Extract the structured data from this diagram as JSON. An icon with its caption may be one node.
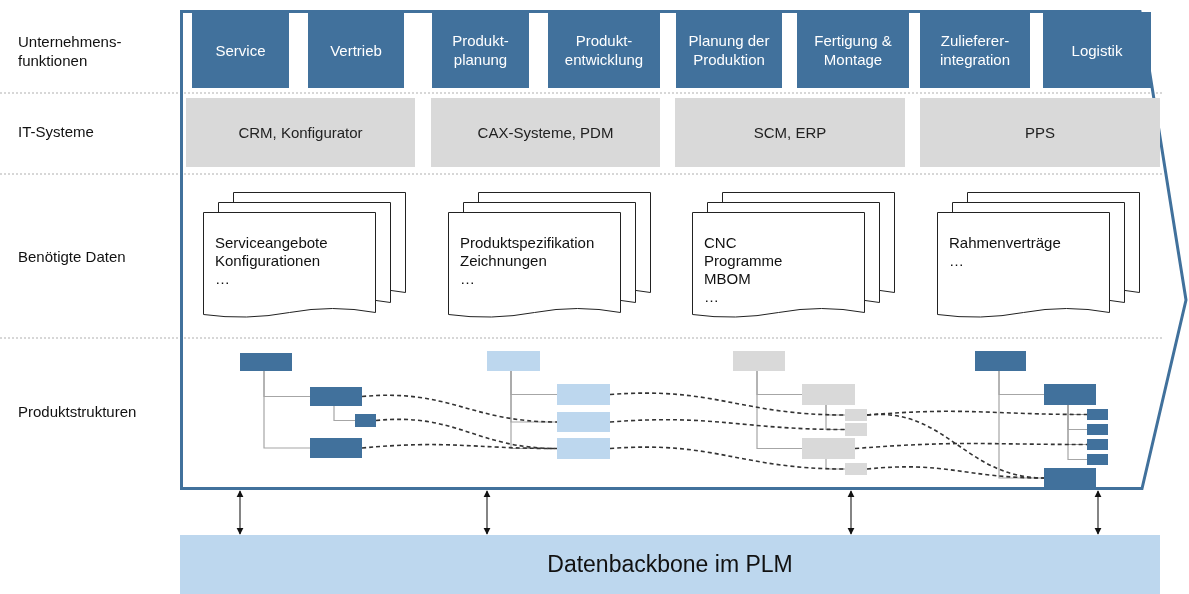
{
  "diagram": {
    "nodes": [
      {
        "text": [],
        "shape": "box"
      },
      {
        "text": [
          "Service"
        ],
        "in": 0
      },
      {
        "text": [
          "Vertrieb"
        ],
        "in": 0
      },
      {
        "text": [
          "Produkt- planung"
        ],
        "in": 0
      },
      {
        "text": [
          "Produkt- entwicklung"
        ],
        "in": 0
      },
      {
        "text": [
          "Planung der Produktion"
        ],
        "in": 0
      },
      {
        "text": [
          "Fertigung & Montage"
        ],
        "in": 0
      },
      {
        "text": [
          "Zulieferer- integration"
        ],
        "in": 0
      },
      {
        "text": [
          "Logistik"
        ],
        "in": 0
      },
      {
        "text": [
          "CRM, Konfigurator"
        ],
        "in": 0
      },
      {
        "text": [
          "CAX-Systeme, PDM"
        ],
        "in": 0
      },
      {
        "text": [
          "SCM, ERP"
        ],
        "in": 0
      },
      {
        "text": [
          "PPS"
        ],
        "in": 0
      },
      {
        "text": [
          "Serviceangebote",
          "Konfigurationen",
          "…"
        ],
        "in": 0
      },
      {
        "text": [
          "Produktspezifikation",
          "Zeichnungen",
          "…"
        ],
        "in": 0
      },
      {
        "text": [
          "CNC Programme",
          "MBOM",
          "…"
        ],
        "in": 0
      },
      {
        "text": [
          "Rahmenverträge",
          "…"
        ],
        "in": 0
      },
      {
        "text": [],
        "shape": "box",
        "in": 0
      },
      {
        "text": [],
        "shape": "box",
        "in": 0
      },
      {
        "text": [],
        "shape": "box",
        "in": 0
      },
      {
        "text": [],
        "shape": "box",
        "in": 0
      },
      {
        "text": [],
        "shape": "box",
        "in": 0
      },
      {
        "text": [],
        "shape": "box",
        "in": 0
      },
      {
        "text": [],
        "shape": "box",
        "in": 0
      },
      {
        "text": [],
        "shape": "box",
        "in": 0
      },
      {
        "text": [],
        "shape": "box",
        "in": 0
      },
      {
        "text": [],
        "shape": "box",
        "in": 0
      },
      {
        "text": [],
        "shape": "box",
        "in": 0
      },
      {
        "text": [],
        "shape": "box",
        "in": 0
      },
      {
        "text": [],
        "shape": "box",
        "in": 0
      },
      {
        "text": [],
        "shape": "box",
        "in": 0
      },
      {
        "text": [],
        "shape": "box",
        "in": 0
      },
      {
        "text": [],
        "shape": "box",
        "in": 0
      },
      {
        "text": [],
        "shape": "box",
        "in": 0
      },
      {
        "text": [],
        "shape": "box",
        "in": 0
      },
      {
        "text": [],
        "shape": "box",
        "in": 0
      },
      {
        "text": [],
        "shape": "box",
        "in": 0
      },
      {
        "text": [],
        "shape": "box",
        "in": 0
      },
      {
        "text": [
          "Datenbackbone im PLM"
        ]
      }
    ],
    "edges": [
      {
        "from": 17,
        "to": 18,
        "arrow": "none"
      },
      {
        "from": 18,
        "to": 19,
        "arrow": "none"
      },
      {
        "from": 17,
        "to": 20,
        "arrow": "none"
      },
      {
        "from": 21,
        "to": 22,
        "arrow": "none"
      },
      {
        "from": 21,
        "to": 23,
        "arrow": "none"
      },
      {
        "from": 21,
        "to": 24,
        "arrow": "none"
      },
      {
        "from": 25,
        "to": 26,
        "arrow": "none"
      },
      {
        "from": 26,
        "to": 27,
        "arrow": "none"
      },
      {
        "from": 26,
        "to": 28,
        "arrow": "none"
      },
      {
        "from": 25,
        "to": 29,
        "arrow": "none"
      },
      {
        "from": 29,
        "to": 30,
        "arrow": "none"
      },
      {
        "from": 31,
        "to": 32,
        "arrow": "none"
      },
      {
        "from": 32,
        "to": 33,
        "arrow": "none"
      },
      {
        "from": 32,
        "to": 34,
        "arrow": "none"
      },
      {
        "from": 32,
        "to": 35,
        "arrow": "none"
      },
      {
        "from": 32,
        "to": 36,
        "arrow": "none"
      },
      {
        "from": 31,
        "to": 37,
        "arrow": "none"
      },
      {
        "from": 18,
        "to": 23,
        "arrow": "none",
        "style": "dashed",
        "color": "#333333"
      },
      {
        "from": 19,
        "to": 24,
        "arrow": "none",
        "style": "dashed",
        "color": "#333333"
      },
      {
        "from": 20,
        "to": 24,
        "arrow": "none",
        "style": "dashed",
        "color": "#333333"
      },
      {
        "from": 22,
        "to": 27,
        "arrow": "none",
        "style": "dashed",
        "color": "#333333"
      },
      {
        "from": 23,
        "to": 28,
        "arrow": "none",
        "style": "dashed",
        "color": "#333333"
      },
      {
        "from": 24,
        "to": 30,
        "arrow": "none",
        "style": "dashed",
        "color": "#333333"
      },
      {
        "from": 27,
        "to": 33,
        "arrow": "none",
        "style": "dashed",
        "color": "#333333"
      },
      {
        "from": 27,
        "to": 37,
        "arrow": "none",
        "style": "dashed",
        "color": "#333333"
      },
      {
        "from": 29,
        "to": 35,
        "arrow": "none",
        "style": "dashed",
        "color": "#333333"
      },
      {
        "from": 30,
        "to": 37,
        "arrow": "none",
        "style": "dashed",
        "color": "#333333"
      },
      {
        "from": 0,
        "to": 38,
        "arrow": "both",
        "color": "#333333"
      },
      {
        "from": 0,
        "to": 38,
        "arrow": "both",
        "color": "#333333"
      },
      {
        "from": 0,
        "to": 38,
        "arrow": "both",
        "color": "#333333"
      },
      {
        "from": 0,
        "to": 38,
        "arrow": "both",
        "color": "#333333"
      }
    ],
    "labels": [
      "Unternehmens- funktionen",
      "IT-Systeme",
      "Benötigte Daten",
      "Produktstrukturen"
    ]
  }
}
